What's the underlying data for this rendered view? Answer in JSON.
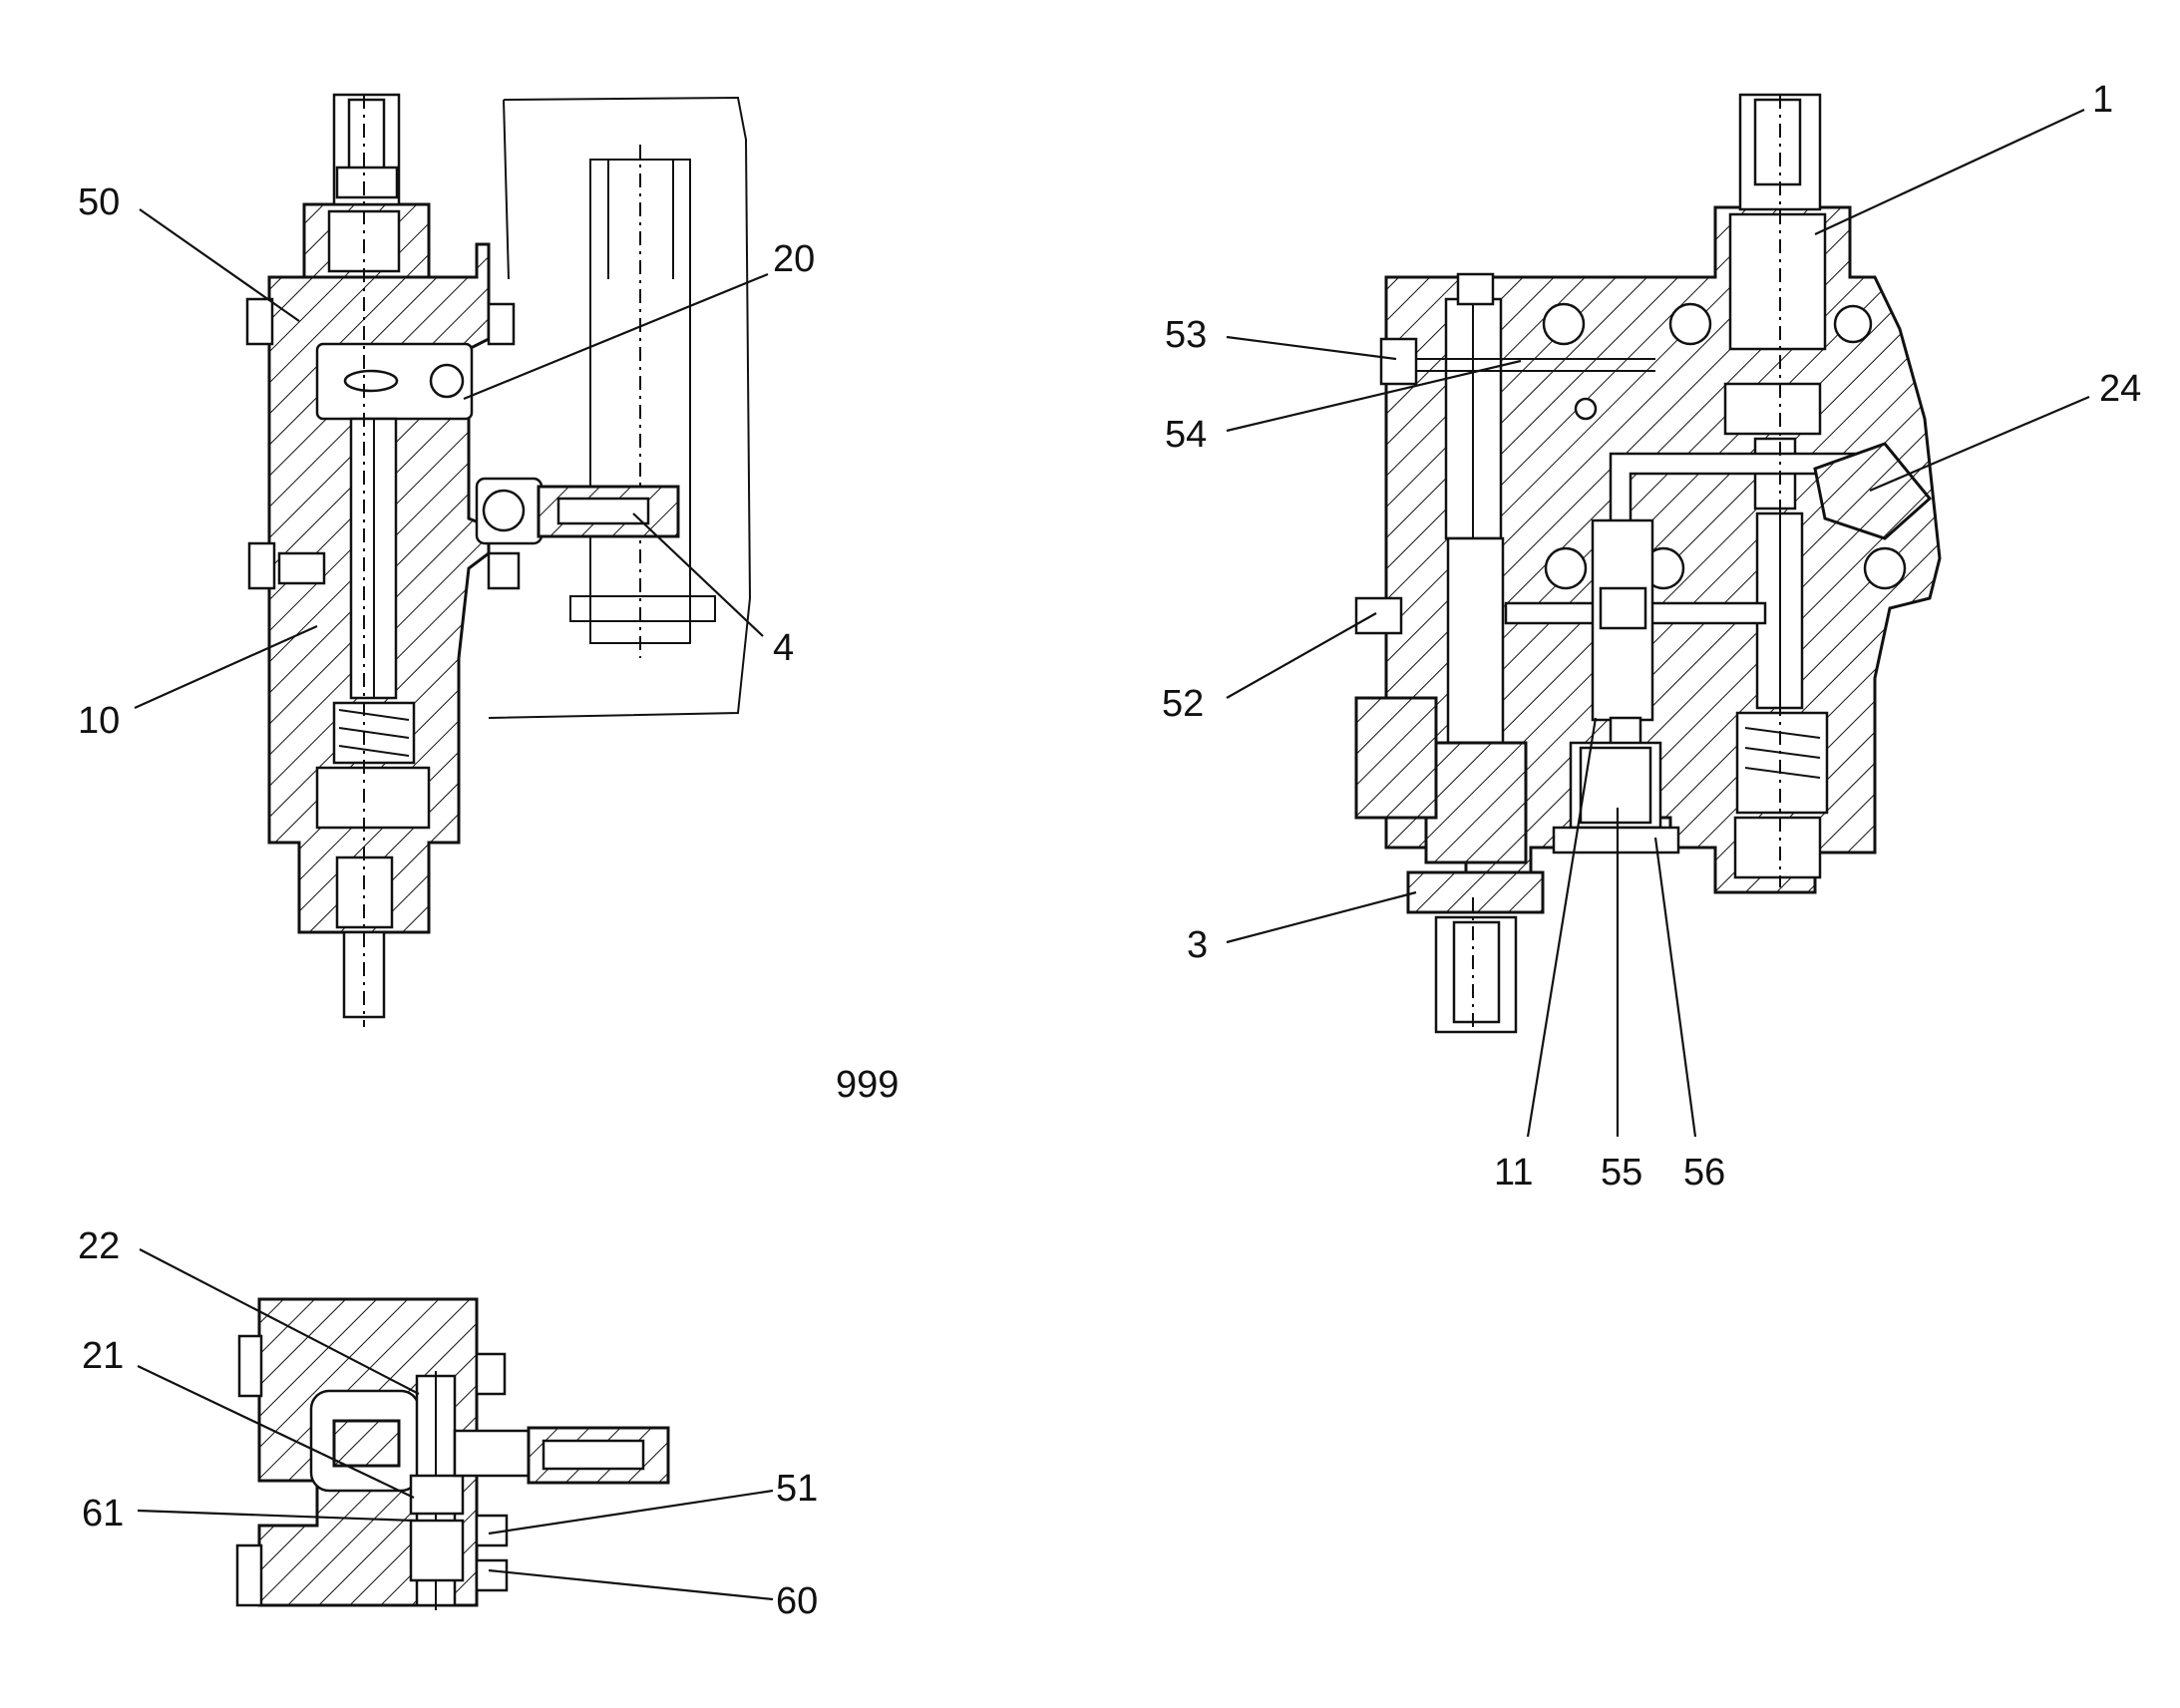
{
  "figure_number": "999",
  "colors": {
    "line": "#111111",
    "background": "#ffffff"
  },
  "views": {
    "left_view": {
      "callouts": [
        {
          "id": "50",
          "label": "50"
        },
        {
          "id": "20",
          "label": "20"
        },
        {
          "id": "4",
          "label": "4"
        },
        {
          "id": "10",
          "label": "10"
        }
      ]
    },
    "right_view": {
      "callouts": [
        {
          "id": "1",
          "label": "1"
        },
        {
          "id": "53",
          "label": "53"
        },
        {
          "id": "54",
          "label": "54"
        },
        {
          "id": "24",
          "label": "24"
        },
        {
          "id": "52",
          "label": "52"
        },
        {
          "id": "3",
          "label": "3"
        },
        {
          "id": "11",
          "label": "11"
        },
        {
          "id": "55",
          "label": "55"
        },
        {
          "id": "56",
          "label": "56"
        }
      ]
    },
    "bottom_view": {
      "callouts": [
        {
          "id": "22",
          "label": "22"
        },
        {
          "id": "21",
          "label": "21"
        },
        {
          "id": "61",
          "label": "61"
        },
        {
          "id": "51",
          "label": "51"
        },
        {
          "id": "60",
          "label": "60"
        }
      ]
    }
  }
}
